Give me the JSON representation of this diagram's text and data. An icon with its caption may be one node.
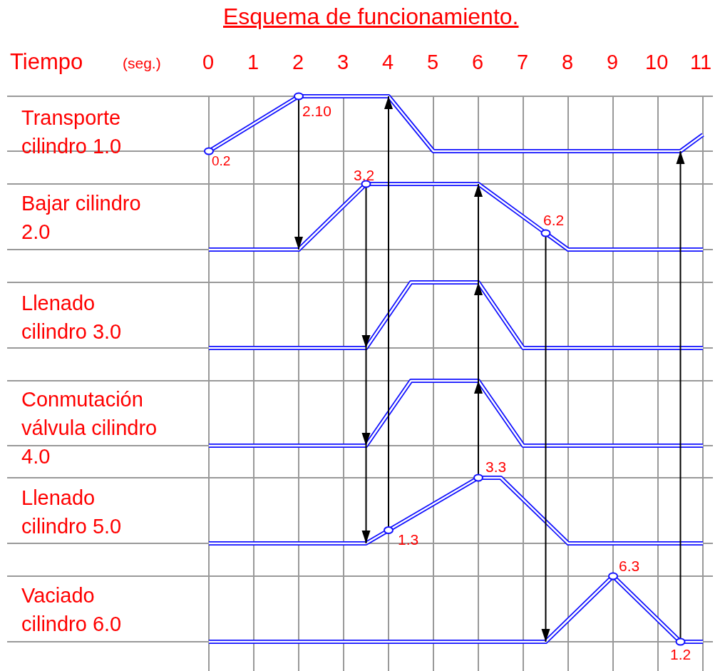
{
  "diagram": {
    "title": "Esquema de funcionamiento.",
    "labels": [
      "Tiempo",
      "(seg.)",
      "0",
      "1",
      "2",
      "3",
      "4",
      "5",
      "6",
      "7",
      "8",
      "9",
      "10",
      "11",
      "Transporte cilindro 1.0",
      "2.10",
      "0.2",
      "Bajar cilindro 2.0",
      "3.2",
      "6.2",
      "Llenado cilindro 3.0",
      "Conmutación válvula cilindro 4.0",
      "3.3",
      "Llenado cilindro 5.0",
      "1.3",
      "6.3",
      "Vaciado cilindro 6.0",
      "1.2"
    ]
  }
}
